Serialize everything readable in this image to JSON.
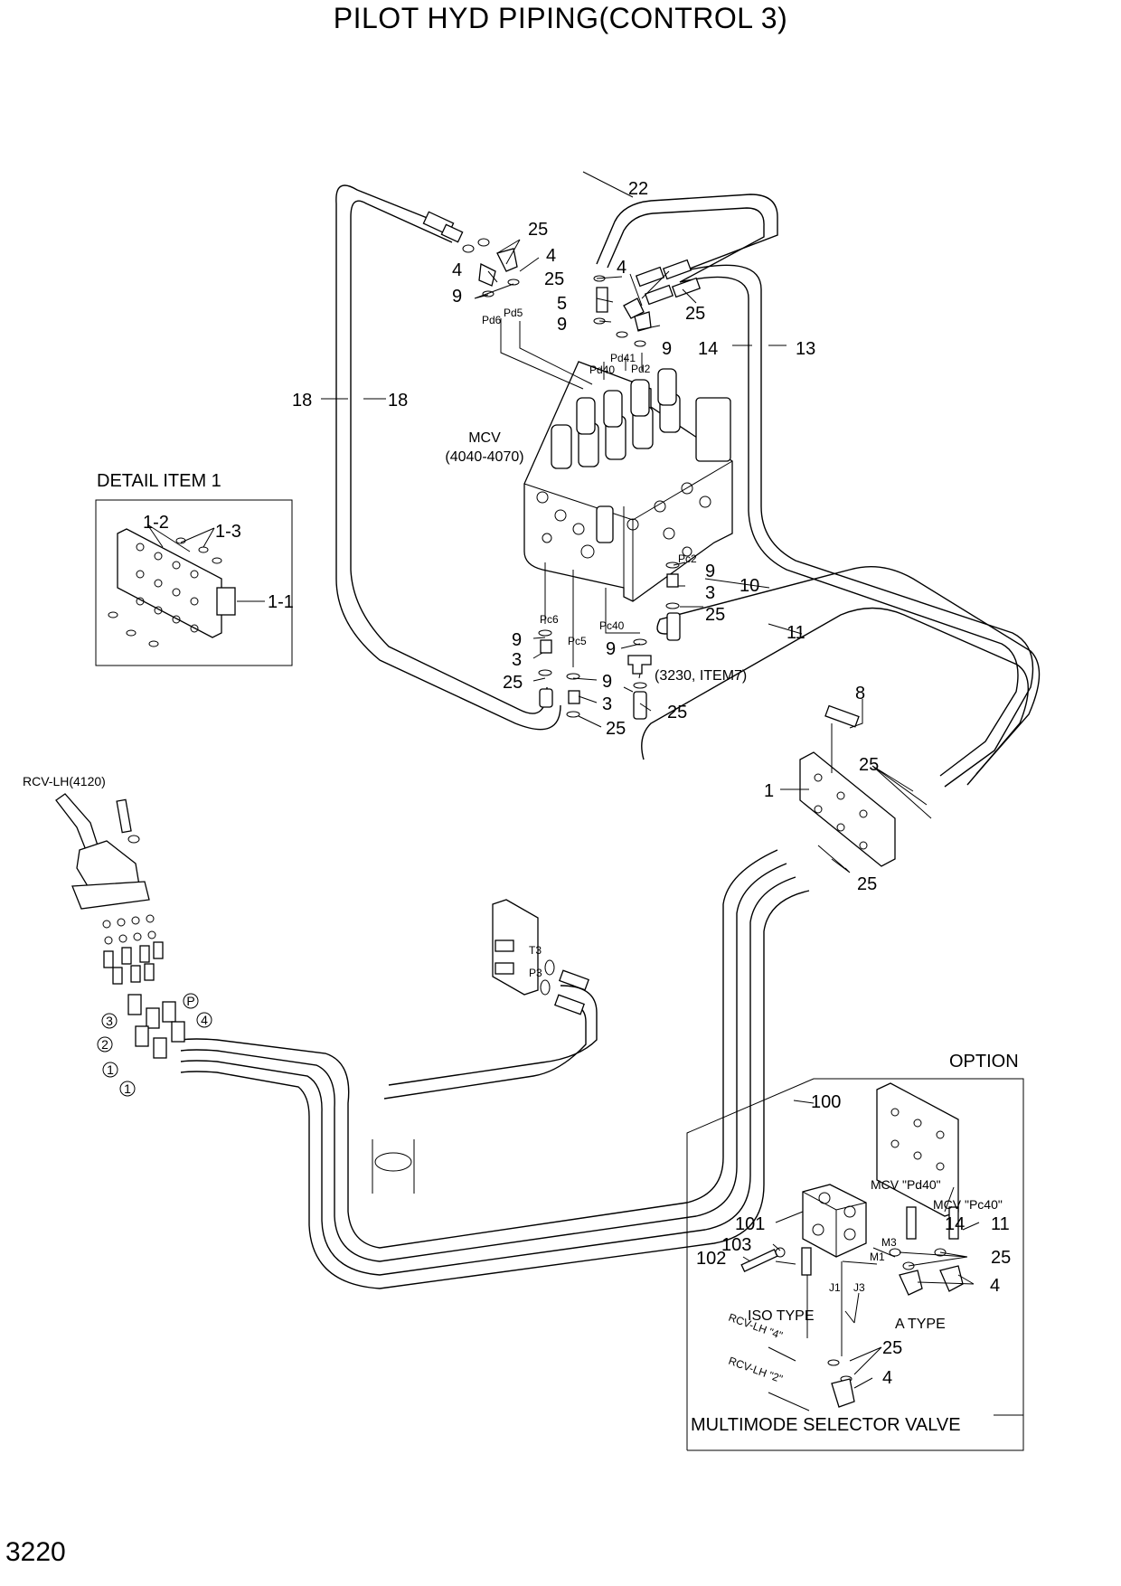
{
  "title": "PILOT HYD PIPING(CONTROL 3)",
  "page_number": "3220",
  "labels": {
    "hose_22": "22",
    "n25_top": "25",
    "n4_top_r": "4",
    "n4_top_l": "4",
    "n9_top_l": "9",
    "pd6": "Pd6",
    "pd5": "Pd5",
    "n25_b": "25",
    "n5": "5",
    "n9_b": "9",
    "n4_c": "4",
    "n25_c": "25",
    "n9_c": "9",
    "pd40": "Pd40",
    "pd41": "Pd41",
    "pd2": "Pd2",
    "n14": "14",
    "n13": "13",
    "n18_l": "18",
    "n18_r": "18",
    "mcv": "MCV",
    "mcv_range": "(4040-4070)",
    "detail_title": "DETAIL ITEM 1",
    "d12": "1-2",
    "d13": "1-3",
    "d11": "1-1",
    "pc2": "Pc2",
    "n9_pc2": "9",
    "n3_pc2": "3",
    "n25_pc2": "25",
    "n10": "10",
    "n11": "11",
    "pc6": "Pc6",
    "pc5": "Pc5",
    "pc40": "Pc40",
    "n9_pc6": "9",
    "n3_pc6": "3",
    "n25_pc6": "25",
    "n9_pc5": "9",
    "n3_pc5": "3",
    "n25_pc5": "25",
    "n9_pc40": "9",
    "ref_3230": "(3230, ITEM7)",
    "n25_pc40": "25",
    "n8": "8",
    "n25_blk": "25",
    "n1": "1",
    "n25_blk2": "25",
    "rcv_lh": "RCV-LH(4120)",
    "port_3": "3",
    "port_2": "2",
    "port_1a": "1",
    "port_1b": "1",
    "port_p": "P",
    "port_4": "4",
    "t3": "T3",
    "p3": "P3",
    "option": "OPTION",
    "n100": "100",
    "mcv_pd40": "MCV \"Pd40\"",
    "mcv_pc40": "MCV \"Pc40\"",
    "n101": "101",
    "n103": "103",
    "n102": "102",
    "o14": "14",
    "o11": "11",
    "o25": "25",
    "o4": "4",
    "m3": "M3",
    "m1": "M1",
    "j1": "J1",
    "j3": "J3",
    "iso_type": "ISO TYPE",
    "a_type": "A TYPE",
    "rcv_lh_4": "RCV-LH \"4\"",
    "rcv_lh_2": "RCV-LH \"2\"",
    "o25b": "25",
    "o4b": "4",
    "multimode": "MULTIMODE SELECTOR VALVE"
  }
}
